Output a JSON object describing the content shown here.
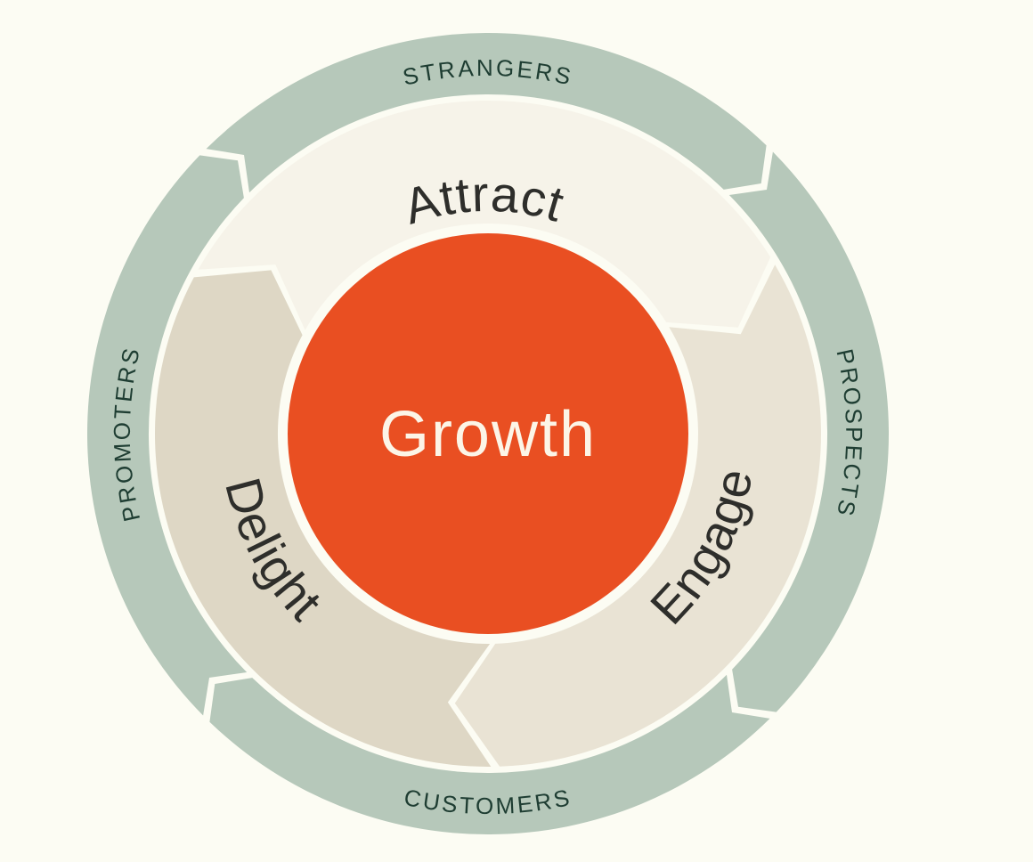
{
  "background": "#fcfcf3",
  "colors": {
    "ring": "#b6c8ba",
    "ring_text": "#1e3d32",
    "attract_fill": "#f6f3e9",
    "engage_fill": "#e9e3d4",
    "delight_fill": "#ded7c5",
    "inner_text": "#2e2e2b",
    "center_fill": "#e94f22",
    "center_text": "#fcf5e7"
  },
  "wheel": {
    "center_label": "Growth",
    "stages": [
      {
        "id": "attract",
        "label": "Attract"
      },
      {
        "id": "engage",
        "label": "Engage"
      },
      {
        "id": "delight",
        "label": "Delight"
      }
    ],
    "audiences": [
      {
        "id": "strangers",
        "label": "STRANGERS"
      },
      {
        "id": "prospects",
        "label": "PROSPECTS"
      },
      {
        "id": "customers",
        "label": "CUSTOMERS"
      },
      {
        "id": "promoters",
        "label": "PROMOTERS"
      }
    ]
  }
}
